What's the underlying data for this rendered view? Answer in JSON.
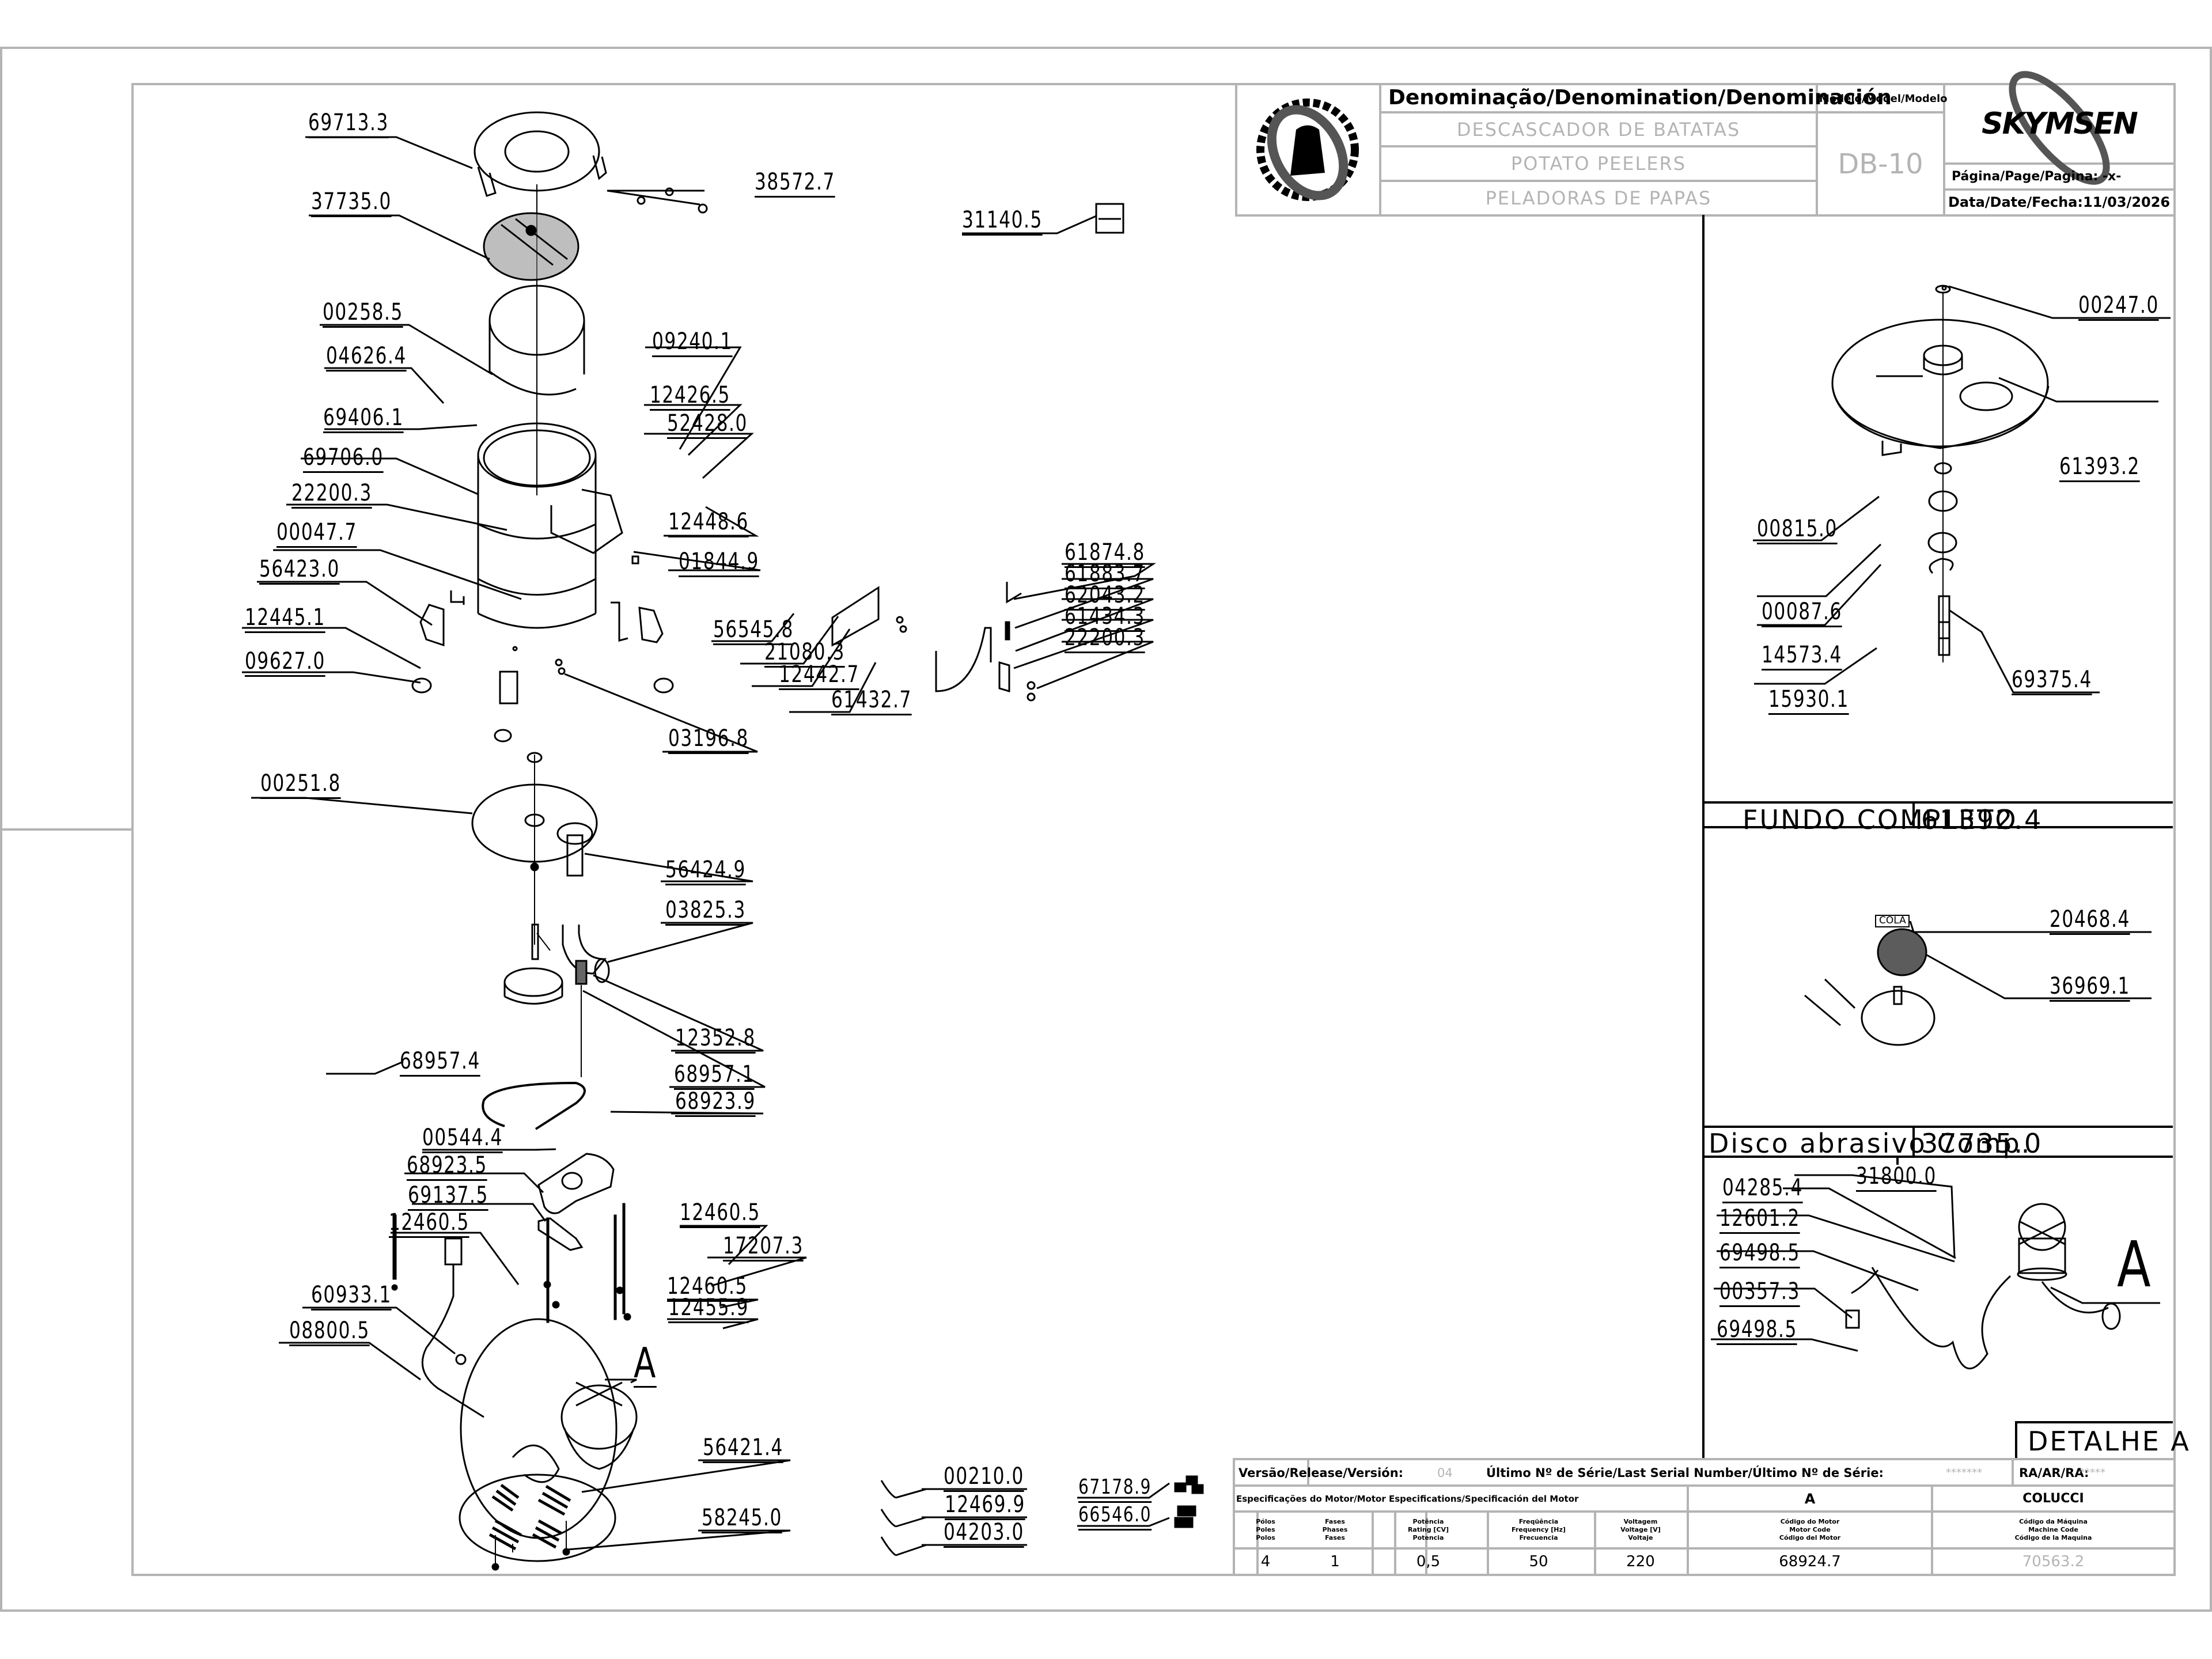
{
  "title_block": {
    "denomination_header": "Denominação/Denomination/Denominación",
    "model_header": "Modelo/Model/Modelo",
    "name_pt": "DESCASCADOR DE BATATAS",
    "name_en": "POTATO PEELERS",
    "name_es": "PELADORAS DE PAPAS",
    "model": "DB-10",
    "brand": "SKYMSEN",
    "page_label": "Página/Page/Pagina: -x-",
    "date_label": "Data/Date/Fecha:11/03/2026",
    "seal_icon": "association-seal-logo"
  },
  "parts_main": [
    {
      "id": "p1",
      "code": "69713.3"
    },
    {
      "id": "p2",
      "code": "37735.0"
    },
    {
      "id": "p3",
      "code": "38572.7"
    },
    {
      "id": "p4",
      "code": "31140.5"
    },
    {
      "id": "p5",
      "code": "00258.5"
    },
    {
      "id": "p6",
      "code": "04626.4"
    },
    {
      "id": "p7",
      "code": "09240.1"
    },
    {
      "id": "p8",
      "code": "12426.5"
    },
    {
      "id": "p9",
      "code": "52428.0"
    },
    {
      "id": "p10",
      "code": "69406.1"
    },
    {
      "id": "p11",
      "code": "69706.0"
    },
    {
      "id": "p12",
      "code": "22200.3"
    },
    {
      "id": "p13",
      "code": "12448.6"
    },
    {
      "id": "p14",
      "code": "00047.7"
    },
    {
      "id": "p15",
      "code": "01844.9"
    },
    {
      "id": "p16",
      "code": "56423.0"
    },
    {
      "id": "p17",
      "code": "12445.1"
    },
    {
      "id": "p18",
      "code": "09627.0"
    },
    {
      "id": "p19",
      "code": "03196.8"
    },
    {
      "id": "p20",
      "code": "61874.8"
    },
    {
      "id": "p21",
      "code": "61883.7"
    },
    {
      "id": "p22",
      "code": "62043.2"
    },
    {
      "id": "p23",
      "code": "61434.3"
    },
    {
      "id": "p24",
      "code": "22200.3"
    },
    {
      "id": "p25",
      "code": "56545.8"
    },
    {
      "id": "p26",
      "code": "21080.3"
    },
    {
      "id": "p27",
      "code": "12442.7"
    },
    {
      "id": "p28",
      "code": "61432.7"
    },
    {
      "id": "p29",
      "code": "00251.8"
    },
    {
      "id": "p30",
      "code": "56424.9"
    },
    {
      "id": "p31",
      "code": "03825.3"
    },
    {
      "id": "p32",
      "code": "12352.8"
    },
    {
      "id": "p33",
      "code": "68957.4"
    },
    {
      "id": "p34",
      "code": "68957.1"
    },
    {
      "id": "p35",
      "code": "68923.9"
    },
    {
      "id": "p36",
      "code": "00544.4"
    },
    {
      "id": "p37",
      "code": "68923.5"
    },
    {
      "id": "p38",
      "code": "69137.5"
    },
    {
      "id": "p39",
      "code": "12460.5"
    },
    {
      "id": "p40",
      "code": "12460.5"
    },
    {
      "id": "p41",
      "code": "17207.3"
    },
    {
      "id": "p42",
      "code": "60933.1"
    },
    {
      "id": "p43",
      "code": "12460.5"
    },
    {
      "id": "p44",
      "code": "12455.9"
    },
    {
      "id": "p45",
      "code": "08800.5"
    },
    {
      "id": "p46",
      "code": "56421.4"
    },
    {
      "id": "p47",
      "code": "58245.0"
    },
    {
      "id": "p48",
      "code": "00210.0"
    },
    {
      "id": "p49",
      "code": "12469.9"
    },
    {
      "id": "p50",
      "code": "04203.0"
    },
    {
      "id": "p51",
      "code": "67178.9"
    },
    {
      "id": "p52",
      "code": "66546.0"
    }
  ],
  "detail_marker": "A",
  "fundo_completo": {
    "title": "FUNDO COMPLETO",
    "code": "61392.4",
    "parts": [
      {
        "code": "00247.0"
      },
      {
        "code": "61393.2"
      },
      {
        "code": "00815.0"
      },
      {
        "code": "00087.6"
      },
      {
        "code": "14573.4"
      },
      {
        "code": "69375.4"
      },
      {
        "code": "15930.1"
      }
    ]
  },
  "disco_abrasivo": {
    "title": "Disco abrasivo Comp.",
    "code": "37735.0",
    "glue_tag": "COLA",
    "parts": [
      {
        "code": "20468.4"
      },
      {
        "code": "36969.1"
      }
    ]
  },
  "detalhe_a": {
    "title": "DETALHE A",
    "marker": "A",
    "parts": [
      {
        "code": "31800.0"
      },
      {
        "code": "04285.4"
      },
      {
        "code": "12601.2"
      },
      {
        "code": "69498.5"
      },
      {
        "code": "00357.3"
      },
      {
        "code": "69498.5"
      }
    ]
  },
  "spec_table": {
    "version_label": "Versão/Release/Versión:",
    "version_value": "04",
    "serial_label": "Último Nº de Série/Last Serial Number/Último Nº de Série:",
    "serial_value": "*******",
    "ra_label": "RA/AR/RA:",
    "ra_value": "*****",
    "motor_spec_header": "Especificações do Motor/Motor Especifications/Specificación del Motor",
    "motor_type": "A",
    "manufacturer": "COLUCCI",
    "columns": [
      {
        "label": "Pólos\nPoles\nPolos",
        "value": "4"
      },
      {
        "label": "Fases\nPhases\nFases",
        "value": "1"
      },
      {
        "label": "Potência\nRating [CV]\nPotencia",
        "value": "0,5"
      },
      {
        "label": "Freqüência\nFrequency [Hz]\nFrecuencia",
        "value": "50"
      },
      {
        "label": "Voltagem\nVoltage [V]\nVoltaje",
        "value": "220"
      },
      {
        "label": "Código do Motor\nMotor Code\nCódigo del Motor",
        "value": "68924.7"
      },
      {
        "label": "Código da Máquina\nMachine Code\nCódigo de la Maquina",
        "value": "70563.2"
      }
    ]
  },
  "colors": {
    "frame": "#b4b4b4",
    "ink": "#000000",
    "faded_text": "#b4b4b4",
    "logo_gray": "#555555"
  }
}
